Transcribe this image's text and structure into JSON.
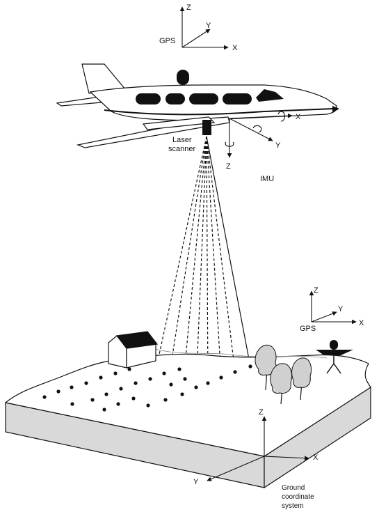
{
  "gps_top": {
    "label": "GPS",
    "x": "X",
    "y": "Y",
    "z": "Z"
  },
  "laser": {
    "line1": "Laser",
    "line2": "scanner"
  },
  "imu": {
    "label": "IMU",
    "x": "X",
    "y": "Y",
    "z": "Z"
  },
  "gps_ground": {
    "label": "GPS",
    "x": "X",
    "y": "Y",
    "z": "Z"
  },
  "ground_cs": {
    "line1": "Ground",
    "line2": "coordinate",
    "line3": "system",
    "x": "X",
    "y": "Y",
    "z": "Z"
  },
  "colors": {
    "ink": "#111111",
    "block_side": "#d9d9d9",
    "ground_top": "#ffffff",
    "tree_fill": "#d0d0d0"
  }
}
